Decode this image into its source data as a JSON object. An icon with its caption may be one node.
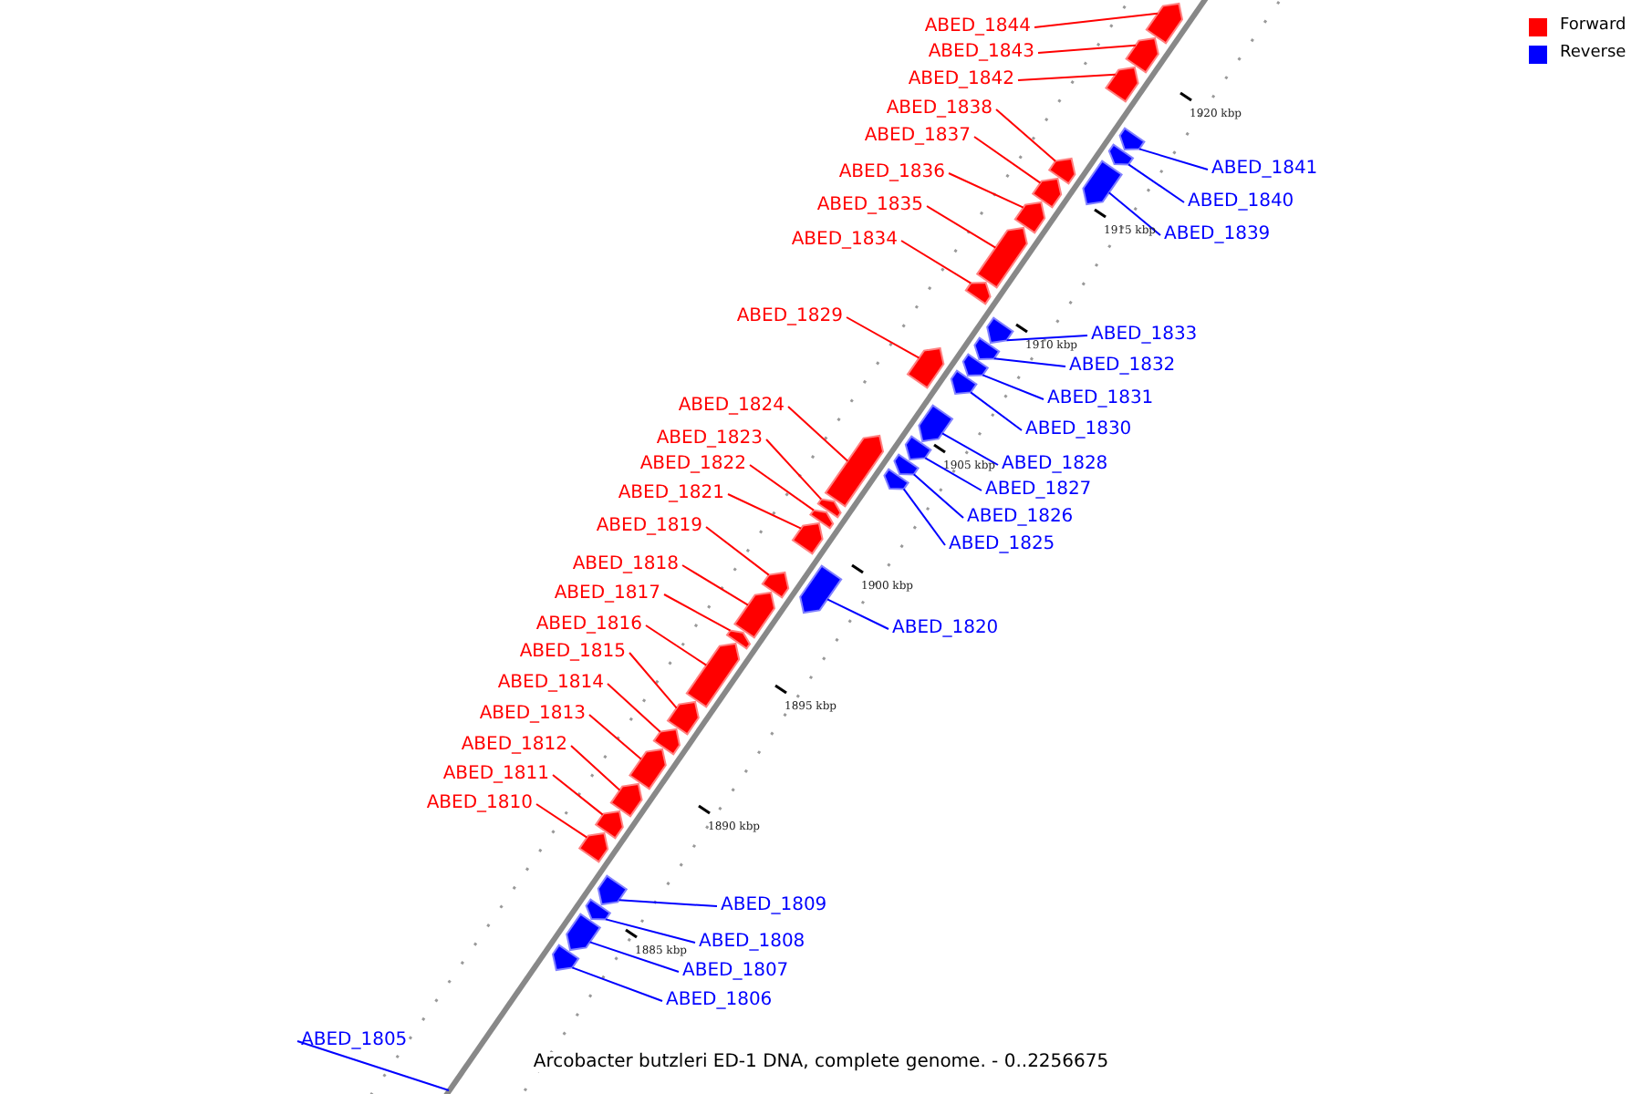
{
  "diagram": {
    "caption": "Arcobacter butzleri ED-1 DNA, complete genome. - 0..2256675",
    "nodes": [
      {
        "text": [
          "ABED_1844"
        ]
      },
      {
        "text": [
          "ABED_1843"
        ]
      },
      {
        "text": [
          "ABED_1842"
        ]
      },
      {
        "text": [
          "ABED_1838"
        ]
      },
      {
        "text": [
          "ABED_1837"
        ]
      },
      {
        "text": [
          "ABED_1841"
        ]
      },
      {
        "text": [
          "ABED_1836"
        ]
      },
      {
        "text": [
          "ABED_1840"
        ]
      },
      {
        "text": [
          "ABED_1835"
        ]
      },
      {
        "text": [
          "ABED_1839"
        ]
      },
      {
        "text": [
          "ABED_1834"
        ]
      },
      {
        "text": [
          "ABED_1829"
        ]
      },
      {
        "text": [
          "ABED_1833"
        ]
      },
      {
        "text": [
          "ABED_1832"
        ]
      },
      {
        "text": [
          "ABED_1831"
        ]
      },
      {
        "text": [
          "ABED_1824"
        ]
      },
      {
        "text": [
          "ABED_1830"
        ]
      },
      {
        "text": [
          "ABED_1823"
        ]
      },
      {
        "text": [
          "ABED_1828"
        ]
      },
      {
        "text": [
          "ABED_1822"
        ]
      },
      {
        "text": [
          "ABED_1827"
        ]
      },
      {
        "text": [
          "ABED_1821"
        ]
      },
      {
        "text": [
          "ABED_1826"
        ]
      },
      {
        "text": [
          "ABED_1819"
        ]
      },
      {
        "text": [
          "ABED_1825"
        ]
      },
      {
        "text": [
          "ABED_1818"
        ]
      },
      {
        "text": [
          "ABED_1817"
        ]
      },
      {
        "text": [
          "ABED_1816"
        ]
      },
      {
        "text": [
          "ABED_1820"
        ]
      },
      {
        "text": [
          "ABED_1815"
        ]
      },
      {
        "text": [
          "ABED_1814"
        ]
      },
      {
        "text": [
          "ABED_1813"
        ]
      },
      {
        "text": [
          "ABED_1812"
        ]
      },
      {
        "text": [
          "ABED_1811"
        ]
      },
      {
        "text": [
          "ABED_1810"
        ]
      },
      {
        "text": [
          "ABED_1809"
        ]
      },
      {
        "text": [
          "ABED_1808"
        ]
      },
      {
        "text": [
          "ABED_1807"
        ]
      },
      {
        "text": [
          "ABED_1806"
        ]
      },
      {
        "text": [
          "ABED_1805"
        ]
      },
      {
        "text": [],
        "shape": "bar"
      },
      {
        "text": [],
        "shape": "bar"
      },
      {
        "text": [],
        "shape": "bar"
      },
      {
        "text": [],
        "shape": "bar"
      },
      {
        "text": [],
        "shape": "bar"
      },
      {
        "text": [],
        "shape": "bar"
      },
      {
        "text": [],
        "shape": "bar"
      },
      {
        "text": [],
        "shape": "bar"
      },
      {
        "text": [],
        "shape": "bar"
      },
      {
        "text": [],
        "shape": "bar"
      },
      {
        "text": [],
        "shape": "bar"
      },
      {
        "text": [],
        "shape": "bar"
      },
      {
        "text": [],
        "shape": "bar"
      },
      {
        "text": [],
        "shape": "bar"
      },
      {
        "text": [],
        "shape": "bar"
      },
      {
        "text": [],
        "shape": "bar"
      },
      {
        "text": [],
        "shape": "bar"
      },
      {
        "text": [],
        "shape": "bar"
      },
      {
        "text": [],
        "shape": "bar"
      },
      {
        "text": [],
        "shape": "bar"
      },
      {
        "text": [],
        "shape": "bar"
      },
      {
        "text": [],
        "shape": "bar"
      },
      {
        "text": [],
        "shape": "bar"
      },
      {
        "text": [],
        "shape": "bar"
      },
      {
        "text": [],
        "shape": "bar"
      },
      {
        "text": [],
        "shape": "bar"
      },
      {
        "text": [],
        "shape": "bar"
      },
      {
        "text": [],
        "shape": "bar"
      },
      {
        "text": [],
        "shape": "bar"
      },
      {
        "text": [],
        "shape": "bar"
      },
      {
        "text": [],
        "shape": "bar"
      },
      {
        "text": [],
        "shape": "bar"
      },
      {
        "text": [],
        "shape": "bar"
      },
      {
        "text": [],
        "shape": "bar"
      },
      {
        "text": [],
        "shape": "bar"
      },
      {
        "text": [],
        "shape": "bar"
      },
      {
        "text": [],
        "shape": "bar"
      },
      {
        "text": [],
        "shape": "bar"
      },
      {
        "text": [],
        "shape": "bar"
      }
    ],
    "edges": [
      {
        "from": 0,
        "to": 40,
        "arrow": "none"
      },
      {
        "from": 1,
        "to": 41,
        "arrow": "none"
      },
      {
        "from": 2,
        "to": 42,
        "arrow": "none"
      },
      {
        "from": 3,
        "to": 43,
        "arrow": "none"
      },
      {
        "from": 4,
        "to": 44,
        "arrow": "none"
      },
      {
        "from": 5,
        "to": 45,
        "arrow": "none",
        "color": "#0000ff"
      },
      {
        "from": 6,
        "to": 46,
        "arrow": "none"
      },
      {
        "from": 7,
        "to": 47,
        "arrow": "none",
        "color": "#0000ff"
      },
      {
        "from": 8,
        "to": 48,
        "arrow": "none"
      },
      {
        "from": 9,
        "to": 49,
        "arrow": "none",
        "color": "#0000ff"
      },
      {
        "from": 10,
        "to": 50,
        "arrow": "none"
      },
      {
        "from": 11,
        "to": 51,
        "arrow": "none"
      },
      {
        "from": 12,
        "to": 52,
        "arrow": "none",
        "color": "#0000ff"
      },
      {
        "from": 13,
        "to": 53,
        "arrow": "none",
        "color": "#0000ff"
      },
      {
        "from": 14,
        "to": 54,
        "arrow": "none",
        "color": "#0000ff"
      },
      {
        "from": 15,
        "to": 55,
        "arrow": "none"
      },
      {
        "from": 16,
        "to": 56,
        "arrow": "none",
        "color": "#0000ff"
      },
      {
        "from": 17,
        "to": 57,
        "arrow": "none"
      },
      {
        "from": 18,
        "to": 58,
        "arrow": "none",
        "color": "#0000ff"
      },
      {
        "from": 19,
        "to": 59,
        "arrow": "none"
      },
      {
        "from": 20,
        "to": 60,
        "arrow": "none",
        "color": "#0000ff"
      },
      {
        "from": 21,
        "to": 61,
        "arrow": "none"
      },
      {
        "from": 22,
        "to": 62,
        "arrow": "none",
        "color": "#0000ff"
      },
      {
        "from": 23,
        "to": 63,
        "arrow": "none"
      },
      {
        "from": 24,
        "to": 64,
        "arrow": "none",
        "color": "#0000ff"
      },
      {
        "from": 25,
        "to": 65,
        "arrow": "none"
      },
      {
        "from": 26,
        "to": 66,
        "arrow": "none"
      },
      {
        "from": 27,
        "to": 67,
        "arrow": "none"
      },
      {
        "from": 28,
        "to": 68,
        "arrow": "none",
        "color": "#0000ff"
      },
      {
        "from": 29,
        "to": 69,
        "arrow": "none"
      },
      {
        "from": 30,
        "to": 70,
        "arrow": "none"
      },
      {
        "from": 31,
        "to": 71,
        "arrow": "none"
      },
      {
        "from": 32,
        "to": 72,
        "arrow": "none"
      },
      {
        "from": 33,
        "to": 73,
        "arrow": "none"
      },
      {
        "from": 34,
        "to": 74,
        "arrow": "none"
      },
      {
        "from": 35,
        "to": 75,
        "arrow": "none",
        "color": "#0000ff"
      },
      {
        "from": 36,
        "to": 76,
        "arrow": "none",
        "color": "#0000ff"
      },
      {
        "from": 37,
        "to": 77,
        "arrow": "none",
        "color": "#0000ff"
      },
      {
        "from": 38,
        "to": 78,
        "arrow": "none",
        "color": "#0000ff"
      },
      {
        "from": 39,
        "to": null,
        "arrow": "none",
        "color": "#0000ff"
      }
    ],
    "labels": [
      "1920 kbp",
      "1915 kbp",
      "1910 kbp",
      "1905 kbp",
      "1900 kbp",
      "1895 kbp",
      "1890 kbp",
      "1885 kbp"
    ],
    "legend": [
      {
        "text": "Forward",
        "color": "#ff0000"
      },
      {
        "text": "Reverse",
        "color": "#0000ff"
      }
    ]
  }
}
